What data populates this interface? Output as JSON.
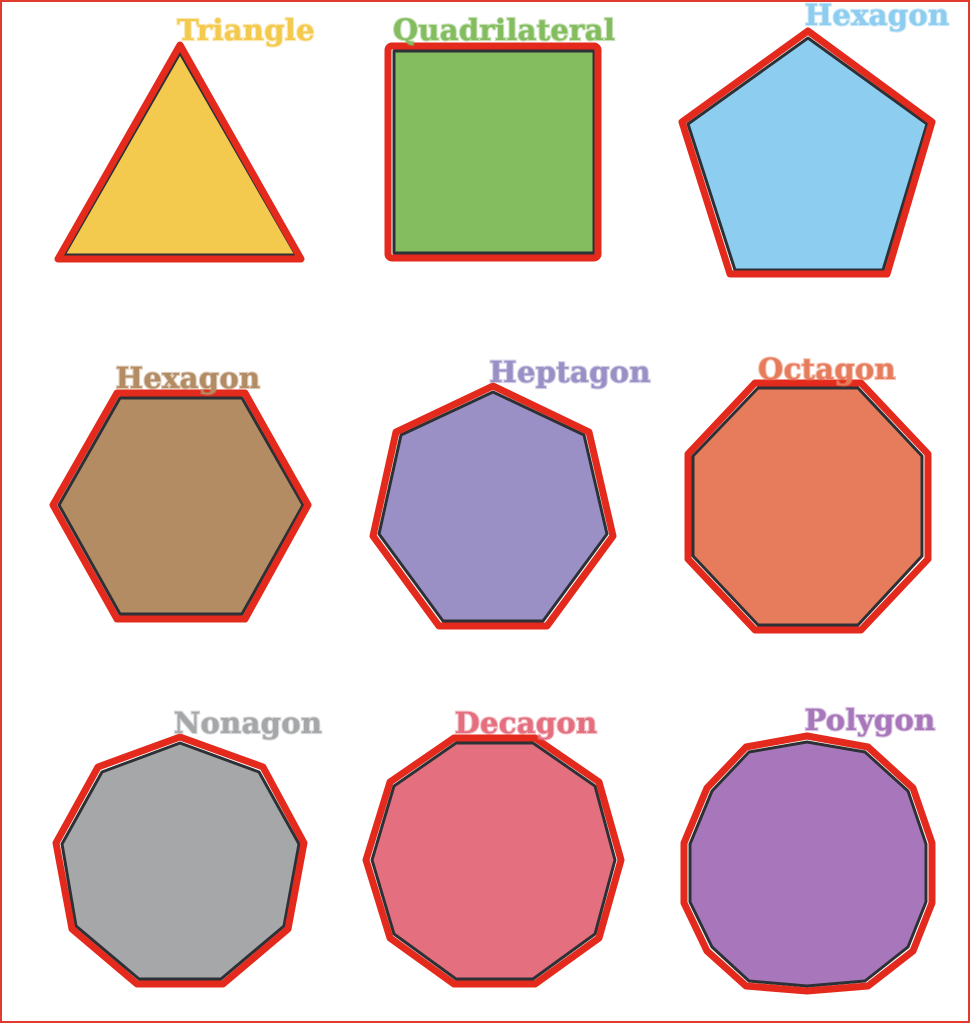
{
  "labels": {
    "triangle": "Triangle",
    "quadrilateral": "Quadrilateral",
    "top_right": "Hexagon",
    "hexagon": "Hexagon",
    "heptagon": "Heptagon",
    "octagon": "Octagon",
    "nonagon": "Nonagon",
    "decagon": "Decagon",
    "polygon": "Polygon"
  },
  "colors": {
    "outline_red": "#e42a1d",
    "triangle": "#f3c94e",
    "quadrilateral": "#84bd5f",
    "top_right": "#8ccdf0",
    "hexagon": "#b48c64",
    "heptagon": "#9a90c6",
    "octagon": "#e77c5c",
    "nonagon": "#a5a7a8",
    "decagon": "#e46f7f",
    "polygon": "#a877bb"
  }
}
